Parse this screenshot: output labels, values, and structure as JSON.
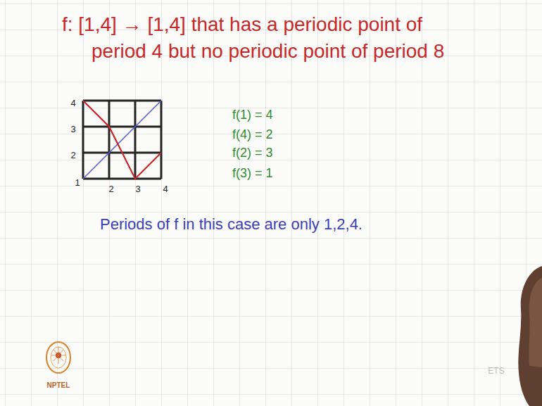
{
  "diagram": {
    "title": "f: [1,4] → [1,4] that has a periodic point of period 4 but no periodic point of period 8",
    "labels": [
      "4",
      "3",
      "2",
      "1",
      "2",
      "3",
      "4",
      "f(1) = 4",
      "f(4) = 2",
      "f(2) = 3",
      "f(3) = 1",
      "Periods of f in this case are only 1,2,4.",
      "NPTEL",
      "ETS"
    ]
  }
}
